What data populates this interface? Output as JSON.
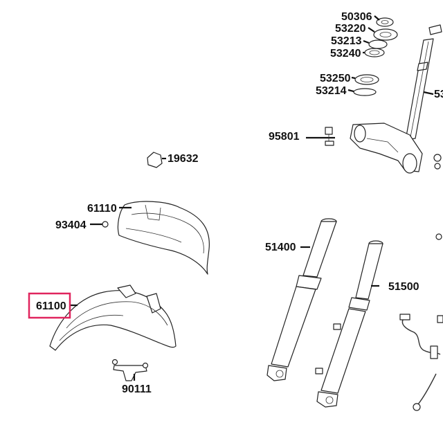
{
  "highlight_color": "#e0245e",
  "parts": {
    "p50306": "50306",
    "p53220": "53220",
    "p53213": "53213",
    "p53240": "53240",
    "p53250": "53250",
    "p53214": "53214",
    "p53x": "53",
    "p95801": "95801",
    "p19632": "19632",
    "p61110": "61110",
    "p93404": "93404",
    "p51400": "51400",
    "p51500": "51500",
    "p61100": "61100",
    "p90111": "90111"
  },
  "highlighted_part": "61100"
}
